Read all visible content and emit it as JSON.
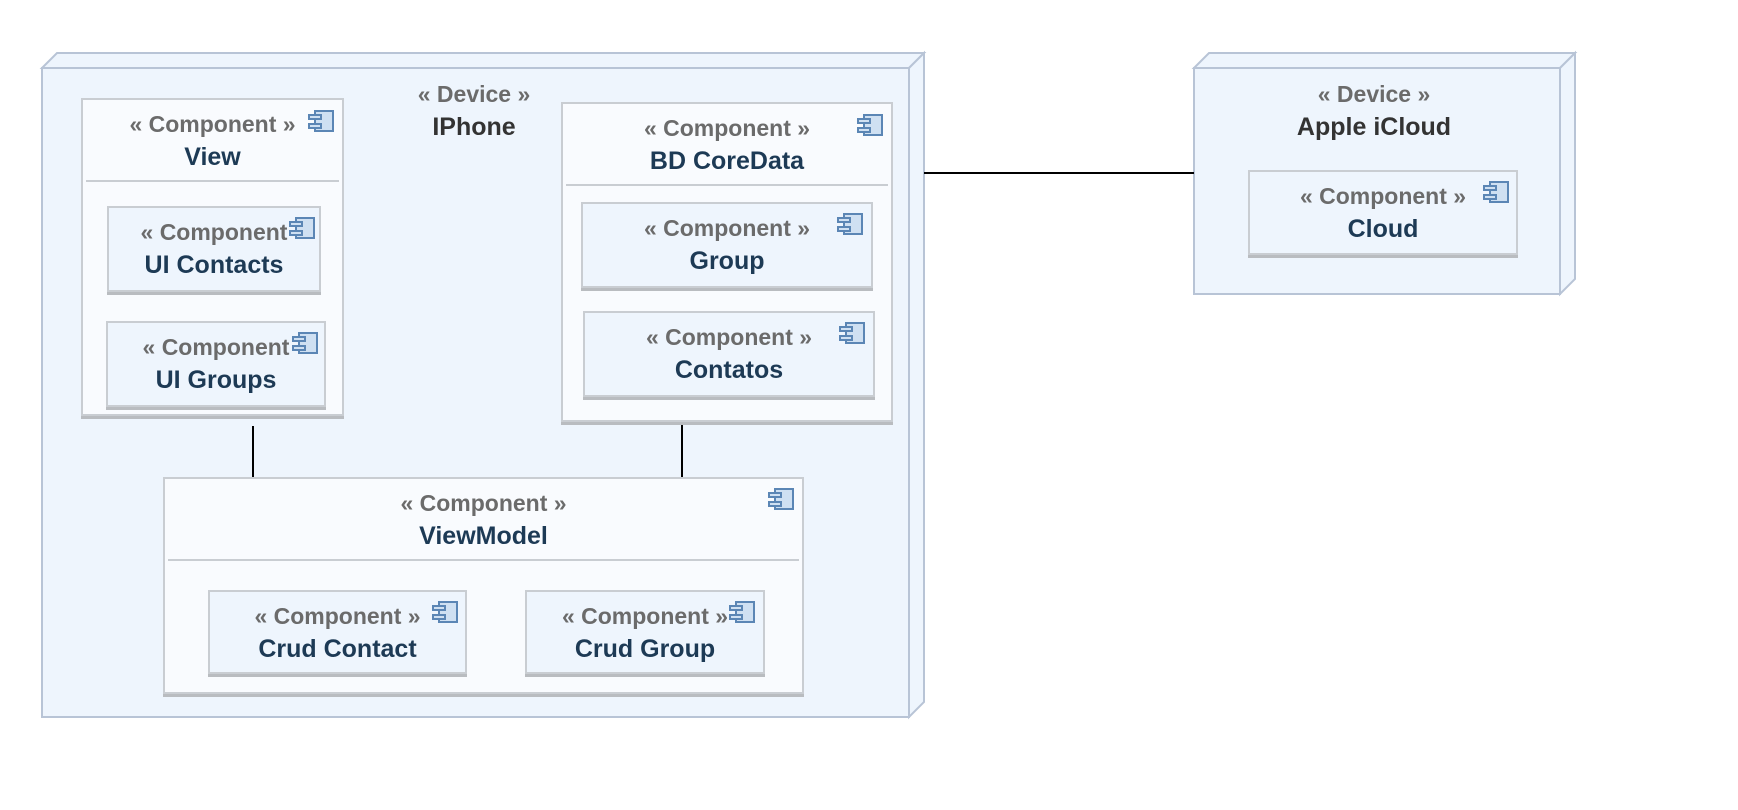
{
  "colors": {
    "node_fill": "#eef5fd",
    "node_border": "#b8c4d6",
    "component_border": "#c9cdd2",
    "stereotype_text": "#6b6b6b",
    "component_name_text": "#1d3a55",
    "connector": "#000000"
  },
  "devices": {
    "iphone": {
      "stereotype": "« Device »",
      "name": "IPhone"
    },
    "icloud": {
      "stereotype": "« Device »",
      "name": "Apple iCloud"
    }
  },
  "components": {
    "view": {
      "stereotype": "« Component »",
      "name": "View"
    },
    "ui_contacts": {
      "stereotype": "« Component",
      "name": "UI Contacts"
    },
    "ui_groups": {
      "stereotype": "« Component",
      "name": "UI Groups"
    },
    "bd_coredata": {
      "stereotype": "« Component »",
      "name": "BD CoreData"
    },
    "group": {
      "stereotype": "« Component »",
      "name": "Group"
    },
    "contatos": {
      "stereotype": "« Component »",
      "name": "Contatos"
    },
    "viewmodel": {
      "stereotype": "« Component »",
      "name": "ViewModel"
    },
    "crud_contact": {
      "stereotype": "« Component »",
      "name": "Crud Contact"
    },
    "crud_group": {
      "stereotype": "« Component »",
      "name": "Crud Group"
    },
    "cloud": {
      "stereotype": "« Component »",
      "name": "Cloud"
    }
  },
  "icons": {
    "component": "component-icon"
  }
}
